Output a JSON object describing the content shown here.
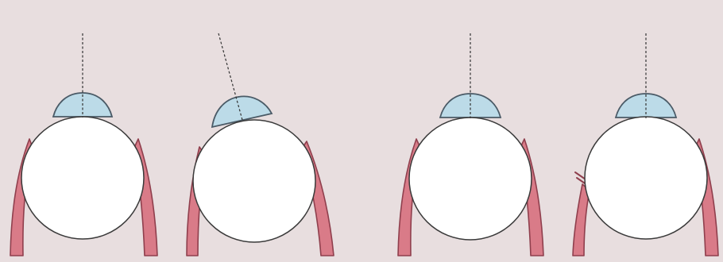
{
  "colors": {
    "background": "#e8dedf",
    "muscle_fill": "#d97b88",
    "muscle_stroke": "#8f3f4d",
    "globe_fill": "#ffffff",
    "globe_stroke": "#3a3a3a",
    "cornea_fill": "#bcdbe8",
    "cornea_stroke": "#4a5a66",
    "axis_line": "#333333"
  },
  "panels": [
    {
      "id": "eye-1",
      "state": "straight",
      "axis": "vertical",
      "muscles": "both-intact"
    },
    {
      "id": "eye-2",
      "state": "rotated",
      "axis": "tilted-left",
      "muscles": "both-intact"
    },
    {
      "id": "eye-3",
      "state": "straight",
      "axis": "vertical",
      "muscles": "both-intact"
    },
    {
      "id": "eye-4",
      "state": "straight",
      "axis": "vertical",
      "muscles": "left-muscle-cut"
    }
  ]
}
